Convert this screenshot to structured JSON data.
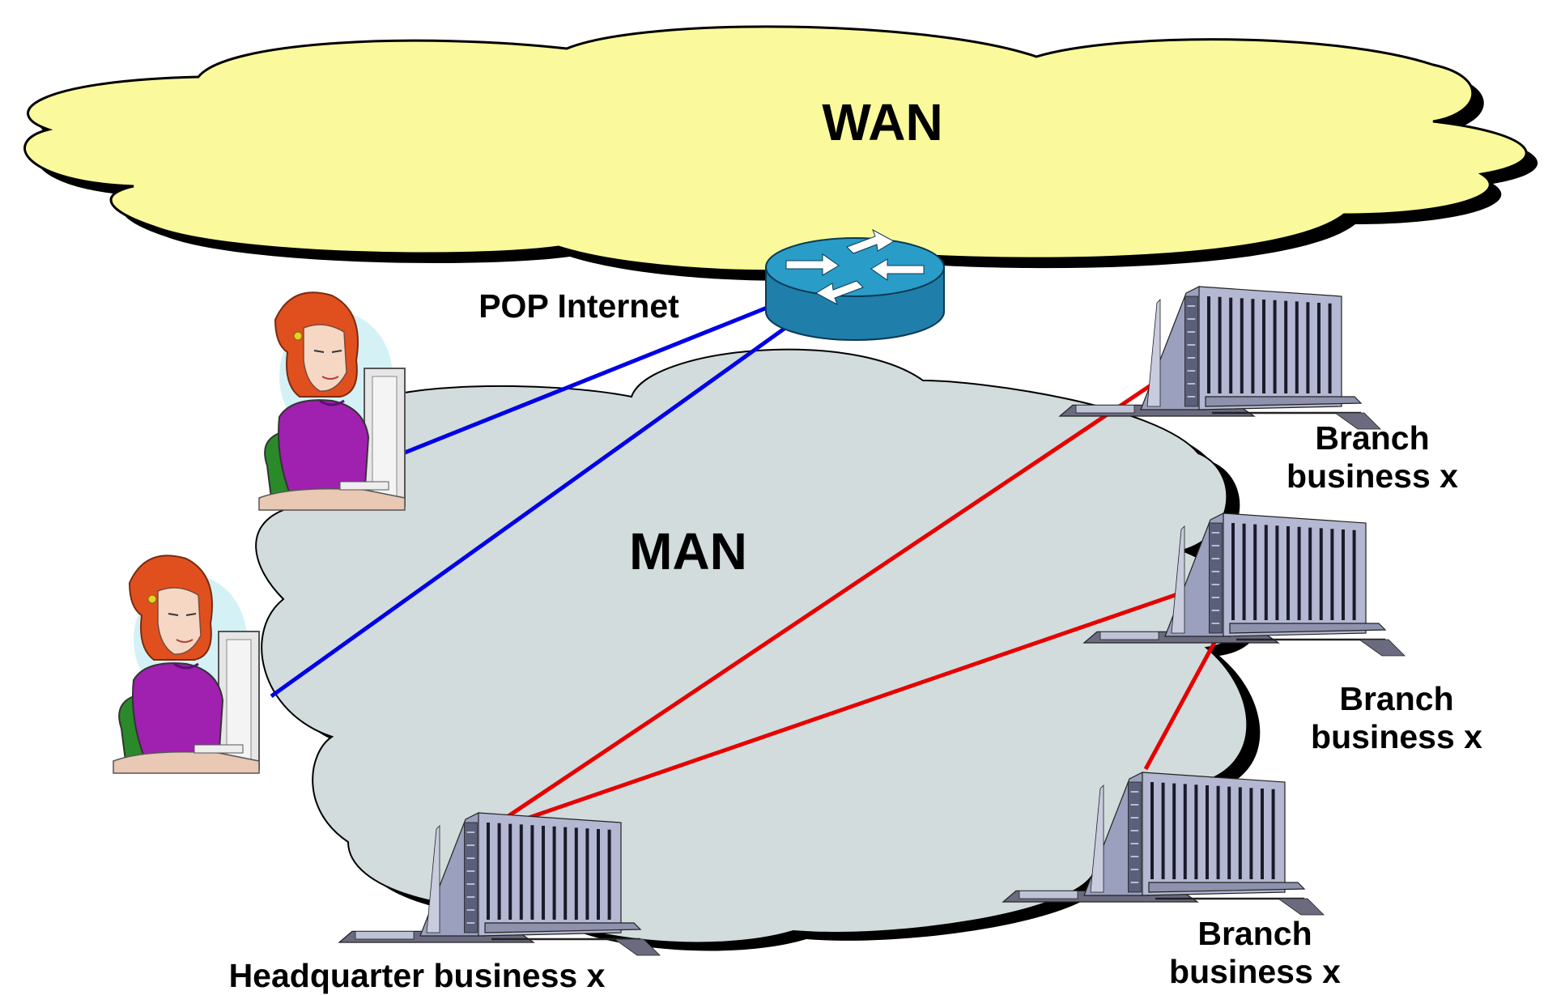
{
  "labels": {
    "wan": "WAN",
    "man": "MAN",
    "pop": "POP Internet",
    "headquarter": "Headquarter business x",
    "branch_line1": "Branch",
    "branch_line2": "business x"
  },
  "icons": {
    "router": "router-icon",
    "user": "user-at-computer-icon",
    "building": "office-building-icon"
  },
  "colors": {
    "wan_cloud": "#FAFA9C",
    "man_cloud": "#D2DCDC",
    "internet_link": "#0000E6",
    "branch_link": "#E60000",
    "router": "#2A9CC8"
  }
}
